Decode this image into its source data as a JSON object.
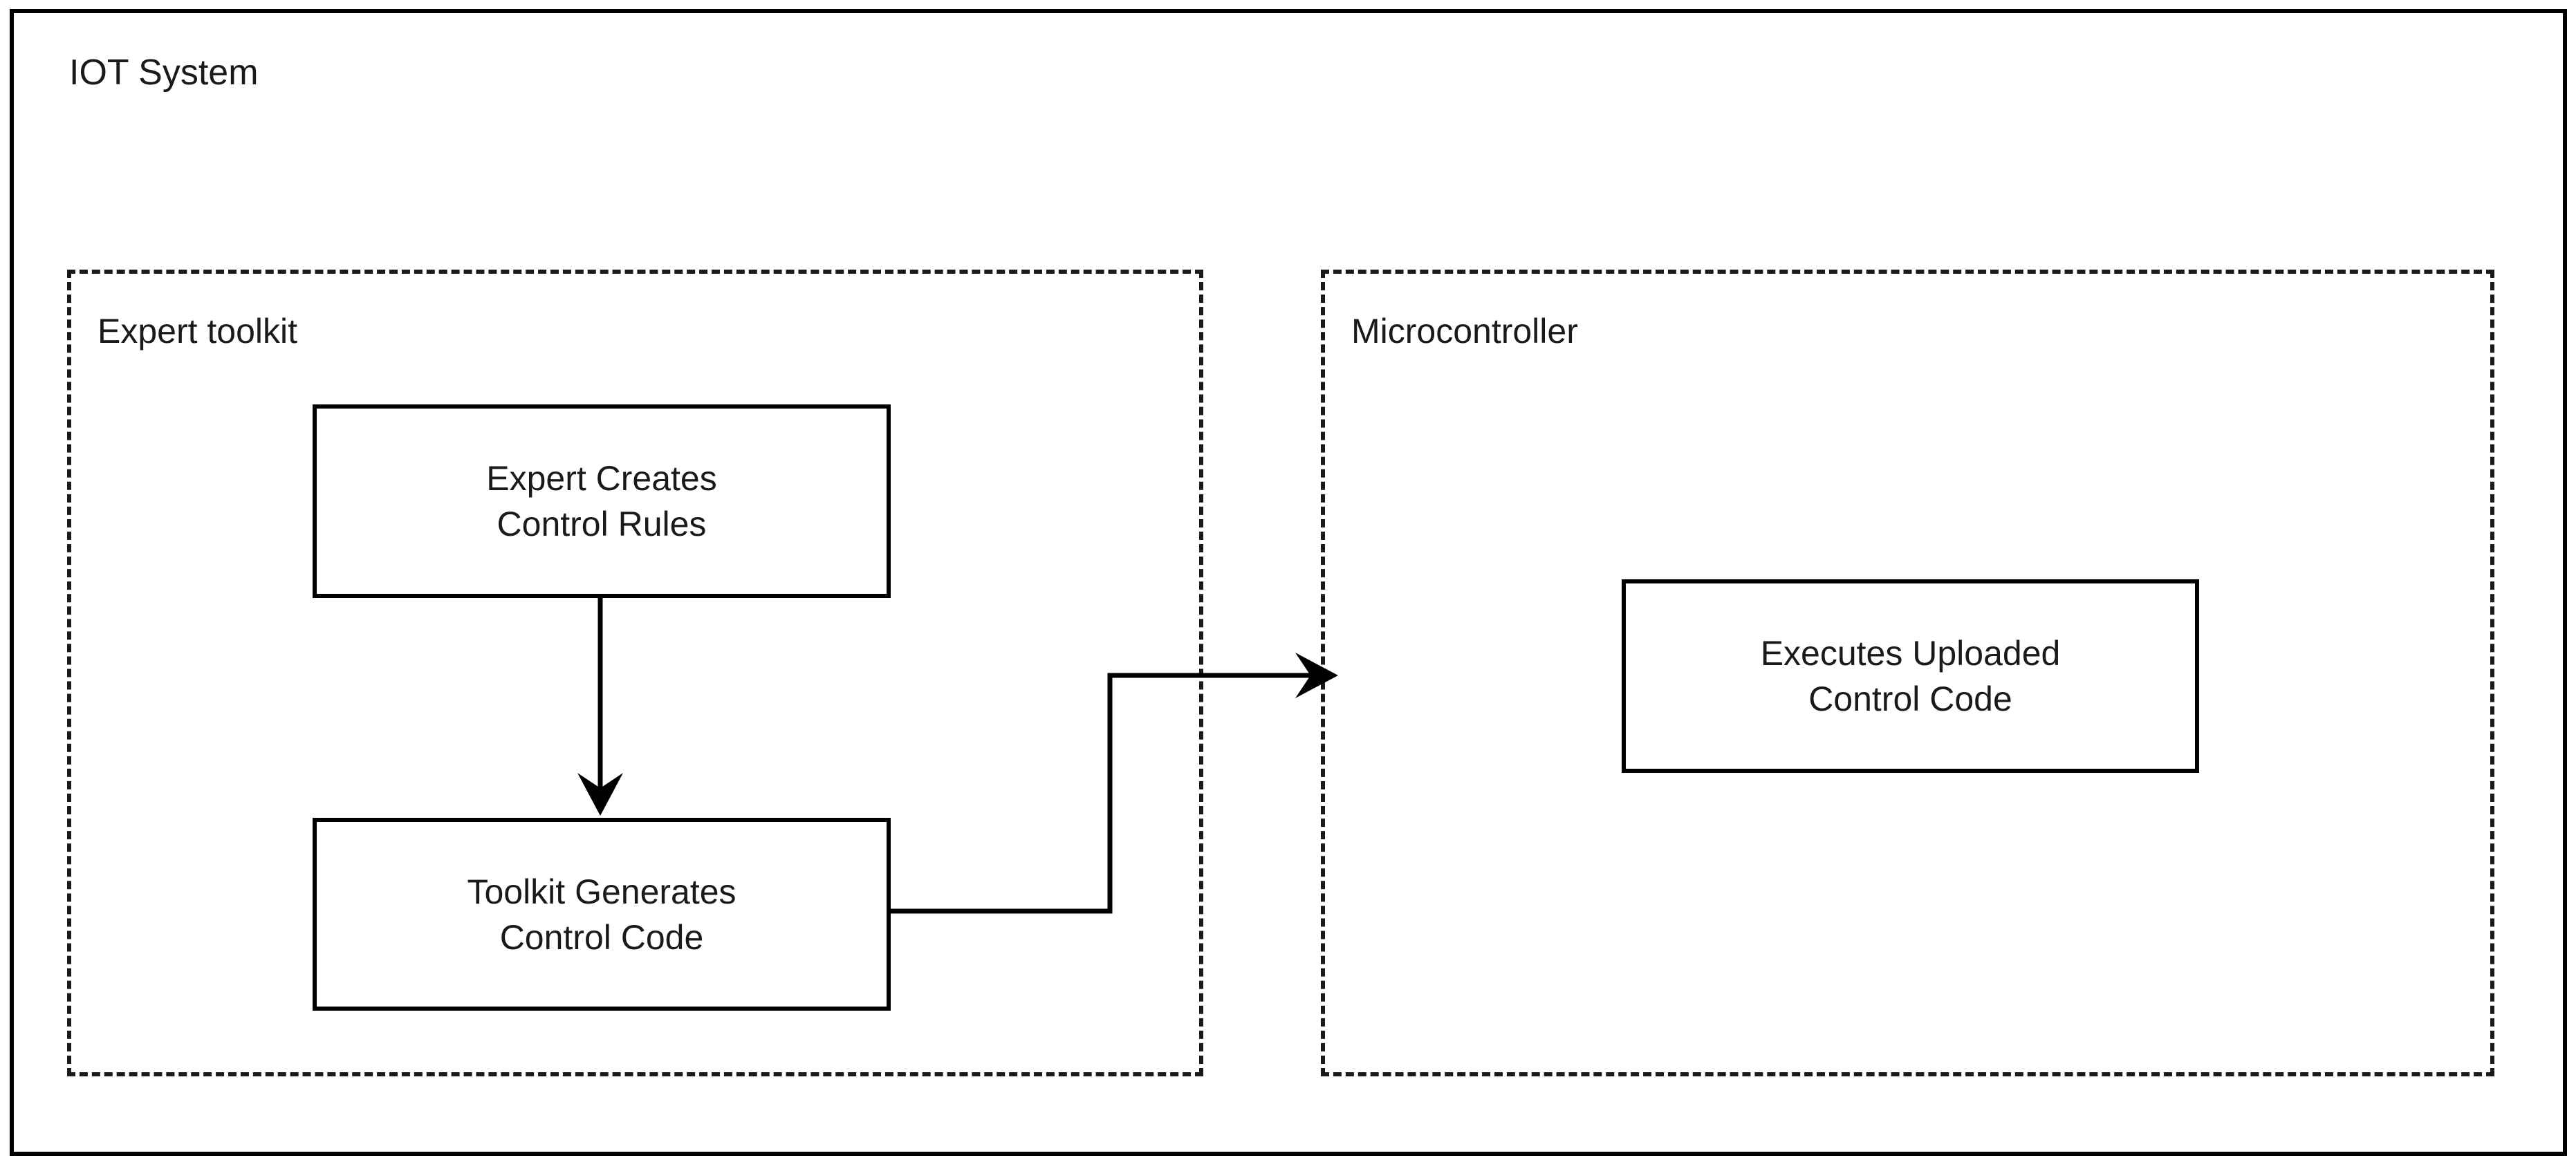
{
  "diagram": {
    "title": "IOT System",
    "background_color": "#ffffff",
    "line_color": "#000000",
    "text_color": "#1a1a1a",
    "subsystems": [
      {
        "id": "expert-toolkit",
        "label": "Expert toolkit",
        "border_style": "dashed",
        "nodes": [
          {
            "id": "expert-creates-control-rules",
            "label": "Expert Creates\nControl Rules",
            "shape": "rectangle",
            "border_style": "solid"
          },
          {
            "id": "toolkit-generates-control-code",
            "label": "Toolkit Generates\nControl Code",
            "shape": "rectangle",
            "border_style": "solid"
          }
        ]
      },
      {
        "id": "microcontroller",
        "label": "Microcontroller",
        "border_style": "dashed",
        "nodes": [
          {
            "id": "executes-uploaded-control-code",
            "label": "Executes Uploaded\nControl Code",
            "shape": "rectangle",
            "border_style": "solid"
          }
        ]
      }
    ],
    "connectors": [
      {
        "id": "rules-to-code",
        "from": "expert-creates-control-rules",
        "to": "toolkit-generates-control-code",
        "label": "",
        "routing": "straight-vertical",
        "arrowhead": "end"
      },
      {
        "id": "code-to-microcontroller",
        "from": "toolkit-generates-control-code",
        "to": "microcontroller",
        "label": "",
        "routing": "orthogonal-elbow",
        "arrowhead": "end"
      }
    ]
  }
}
